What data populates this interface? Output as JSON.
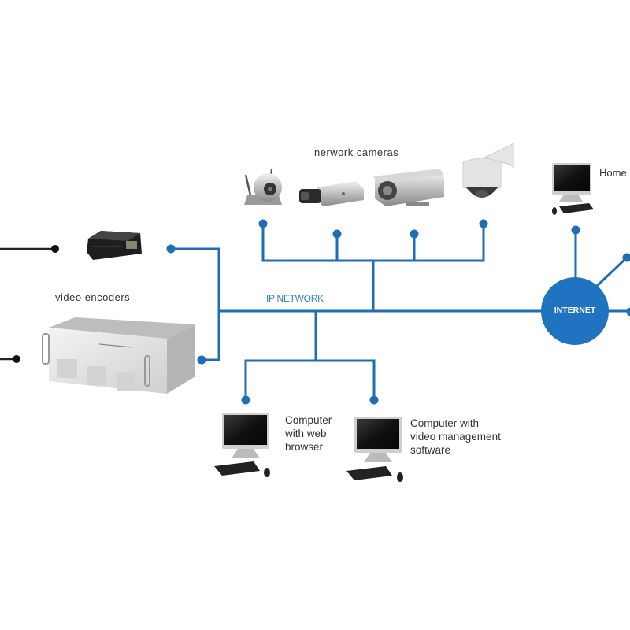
{
  "diagram": {
    "title": "IP video surveillance network",
    "labels": {
      "network_cameras": "nerwork cameras",
      "video_encoders": "video encoders",
      "ip_network": "IP NETWORK",
      "internet": "INTERNET",
      "computer_web": "Computer\nwith web\nbrowser",
      "computer_vms": "Computer with\nvideo management\nsoftware",
      "home": "Home"
    },
    "nodes": [
      {
        "id": "wifi-camera",
        "type": "network camera",
        "group": "network cameras"
      },
      {
        "id": "box-camera",
        "type": "network camera",
        "group": "network cameras"
      },
      {
        "id": "bullet-camera",
        "type": "network camera",
        "group": "network cameras"
      },
      {
        "id": "dome-camera",
        "type": "network camera",
        "group": "network cameras"
      },
      {
        "id": "standalone-encoder",
        "type": "video encoder",
        "group": "video encoders"
      },
      {
        "id": "rack-encoder",
        "type": "video encoder",
        "group": "video encoders"
      },
      {
        "id": "ip-network",
        "type": "network backbone"
      },
      {
        "id": "internet",
        "type": "cloud"
      },
      {
        "id": "pc-web-browser",
        "type": "computer"
      },
      {
        "id": "pc-vms",
        "type": "computer"
      },
      {
        "id": "home-pc",
        "type": "computer"
      }
    ],
    "edges": [
      [
        "wifi-camera",
        "ip-network"
      ],
      [
        "box-camera",
        "ip-network"
      ],
      [
        "bullet-camera",
        "ip-network"
      ],
      [
        "dome-camera",
        "ip-network"
      ],
      [
        "standalone-encoder",
        "ip-network"
      ],
      [
        "rack-encoder",
        "ip-network"
      ],
      [
        "ip-network",
        "pc-web-browser"
      ],
      [
        "ip-network",
        "pc-vms"
      ],
      [
        "ip-network",
        "internet"
      ],
      [
        "internet",
        "home-pc"
      ]
    ],
    "colors": {
      "network_line": "#1f6db5",
      "internet_fill": "#1f73c0",
      "analog_line": "#222222",
      "label_text": "#333333",
      "ip_label": "#2d7fc1"
    }
  }
}
